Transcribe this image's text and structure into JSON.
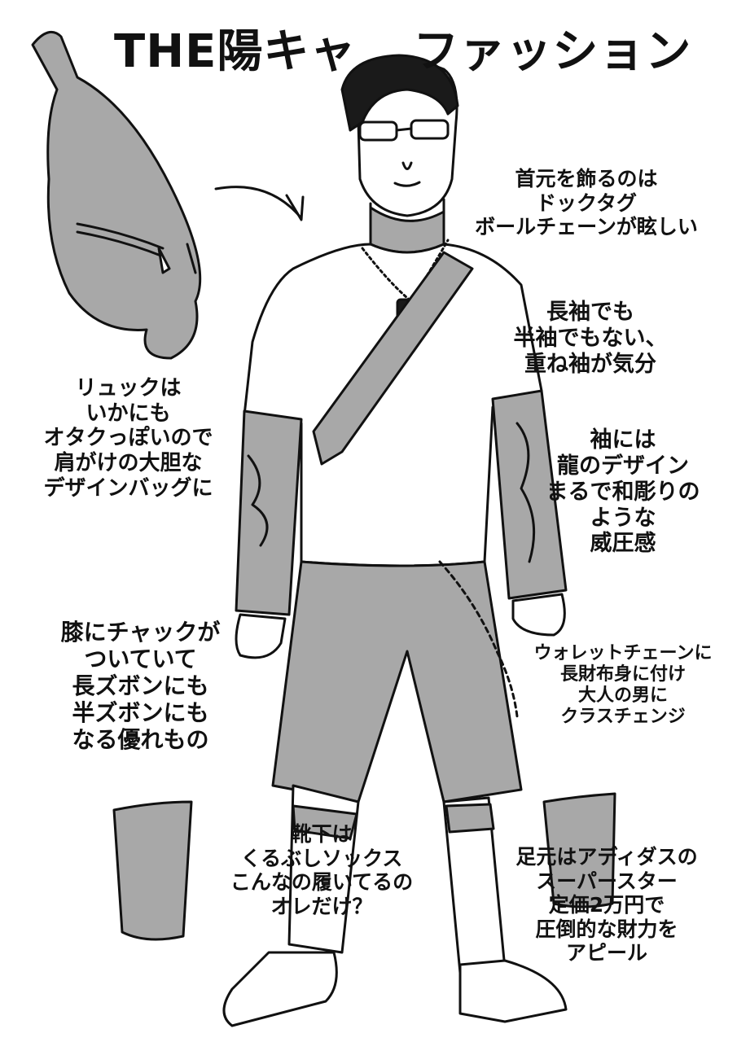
{
  "title": {
    "part1": "THE陽キャ",
    "part2": "ファッション"
  },
  "annotations": {
    "neck": "首元を飾るのは\nドックタグ\nボールチェーンが眩しい",
    "sleeve_length": "長袖でも\n半袖でもない、\n重ね袖が気分",
    "sleeve_design": "袖には\n龍のデザイン\nまるで和彫りの\nような\n威圧感",
    "wallet_chain": "ウォレットチェーンに\n長財布身に付け\n大人の男に\nクラスチェンジ",
    "backpack": "リュックは\nいかにも\nオタクっぽいので\n肩がけの大胆な\nデザインバッグに",
    "knee_zip": "膝にチャックが\nついていて\n長ズボンにも\n半ズボンにも\nなる優れもの",
    "socks": "靴下は\nくるぶしソックス\nこんなの履いてるの\nオレだけ？",
    "shoes": "足元はアディダスの\nスーパースター\n定価2万円で\n圧倒的な財力を\nアピール"
  },
  "colors": {
    "ink": "#111111",
    "gray": "#a8a8a8",
    "gray_dark": "#8c8c8c",
    "paper": "#ffffff"
  }
}
